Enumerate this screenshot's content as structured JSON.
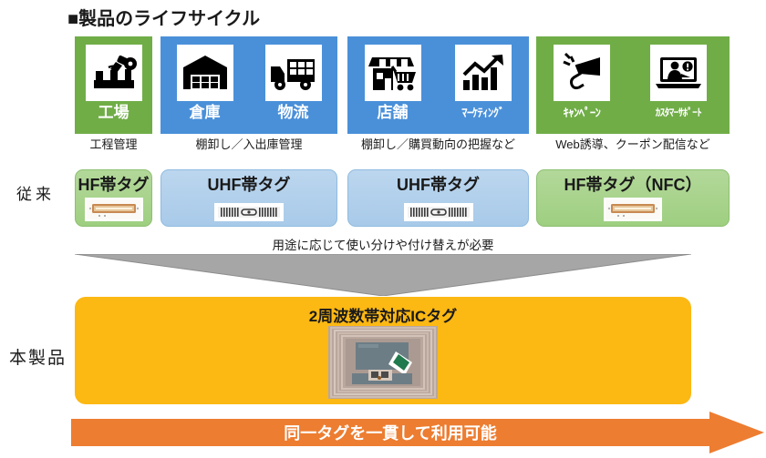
{
  "title": "■製品のライフサイクル",
  "colors": {
    "green": "#70ad47",
    "blue": "#4a90d9",
    "orange": "#fcb813",
    "arrow_orange": "#ed7d31",
    "gray": "#a6a6a6",
    "tag_green": "#a9d48d",
    "tag_blue": "#b0cfeb"
  },
  "lifecycle": {
    "groups": [
      {
        "id": "factory",
        "color": "green",
        "caption": "工程管理",
        "cells": [
          {
            "label": "工場",
            "icon": "robot-arm-factory-icon",
            "size": "normal"
          }
        ]
      },
      {
        "id": "warehouse-logistics",
        "color": "blue",
        "caption": "棚卸し／入出庫管理",
        "cells": [
          {
            "label": "倉庫",
            "icon": "warehouse-icon",
            "size": "normal"
          },
          {
            "label": "物流",
            "icon": "delivery-truck-icon",
            "size": "normal"
          }
        ]
      },
      {
        "id": "store-marketing",
        "color": "blue",
        "caption": "棚卸し／購買動向の把握など",
        "cells": [
          {
            "label": "店舗",
            "icon": "storefront-cart-icon",
            "size": "normal"
          },
          {
            "label": "ﾏｰｹﾃｨﾝｸﾞ",
            "icon": "growth-chart-icon",
            "size": "small"
          }
        ]
      },
      {
        "id": "campaign-support",
        "color": "green",
        "caption": "Web誘導、クーポン配信など",
        "cells": [
          {
            "label": "ｷｬﾝﾍﾟｰﾝ",
            "icon": "megaphone-icon",
            "size": "small"
          },
          {
            "label": "ｶｽﾀﾏｰｻﾎﾟｰﾄ",
            "icon": "laptop-support-icon",
            "size": "xsmall"
          }
        ]
      }
    ]
  },
  "conventional": {
    "row_label": "従来",
    "tags": [
      {
        "id": "hf",
        "title": "HF帯タグ",
        "color": "green",
        "image": "hf-tag-photo"
      },
      {
        "id": "uhf1",
        "title": "UHF帯タグ",
        "color": "blue",
        "image": "uhf-tag-photo"
      },
      {
        "id": "uhf2",
        "title": "UHF帯タグ",
        "color": "blue",
        "image": "uhf-tag-photo"
      },
      {
        "id": "hf-nfc",
        "title": "HF帯タグ（NFC）",
        "color": "green",
        "image": "hf-tag-photo"
      }
    ],
    "note": "用途に応じて使い分けや付け替えが必要"
  },
  "product": {
    "row_label": "本製品",
    "panel_title": "2周波数帯対応ICタグ",
    "image": "dual-band-ic-tag-photo",
    "arrow_text": "同一タグを一貫して利用可能"
  }
}
